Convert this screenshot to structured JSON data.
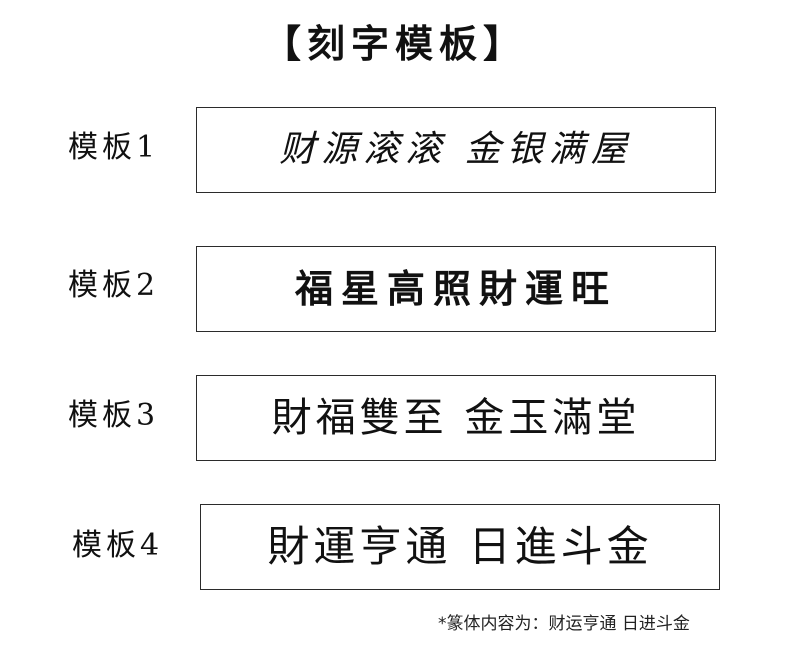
{
  "title": "【刻字模板】",
  "templates": [
    {
      "label": "模板1",
      "text": "财源滚滚  金银满屋"
    },
    {
      "label": "模板2",
      "text": "福星高照財運旺"
    },
    {
      "label": "模板3",
      "text": "財福雙至  金玉滿堂"
    },
    {
      "label": "模板4",
      "text": "財運亨通  日進斗金"
    }
  ],
  "footnote": "*篆体内容为：财运亨通 日进斗金"
}
